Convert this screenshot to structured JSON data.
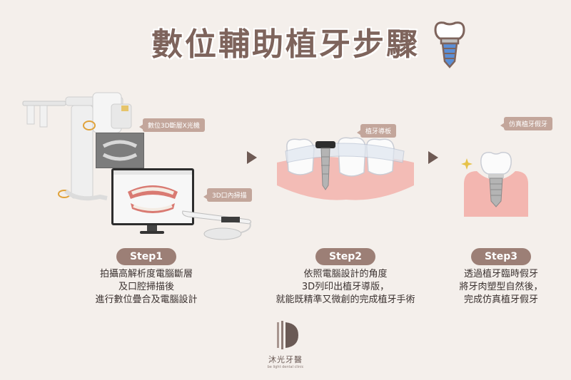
{
  "title": "數位輔助植牙步驟",
  "tags": {
    "xray": "數位3D斷層X光機",
    "scanner": "3D口內掃描",
    "guide": "植牙導板",
    "crown": "仿真植牙假牙"
  },
  "steps": [
    {
      "label": "Step1",
      "lines": [
        "拍攝高解析度電腦斷層",
        "及口腔掃描後",
        "進行數位疊合及電腦設計"
      ]
    },
    {
      "label": "Step2",
      "lines": [
        "依照電腦設計的角度",
        "3D列印出植牙導版，",
        "就能既精準又微創的完成植牙手術"
      ]
    },
    {
      "label": "Step3",
      "lines": [
        "透過植牙臨時假牙",
        "將牙肉塑型自然後，",
        "完成仿真植牙假牙"
      ]
    }
  ],
  "logo": {
    "name": "沐光牙醫",
    "sub": "be light dental clinic"
  },
  "colors": {
    "accent": "#9c7f76",
    "title": "#7e645c",
    "tag": "#c3a69b",
    "background": "#f4efeb"
  }
}
